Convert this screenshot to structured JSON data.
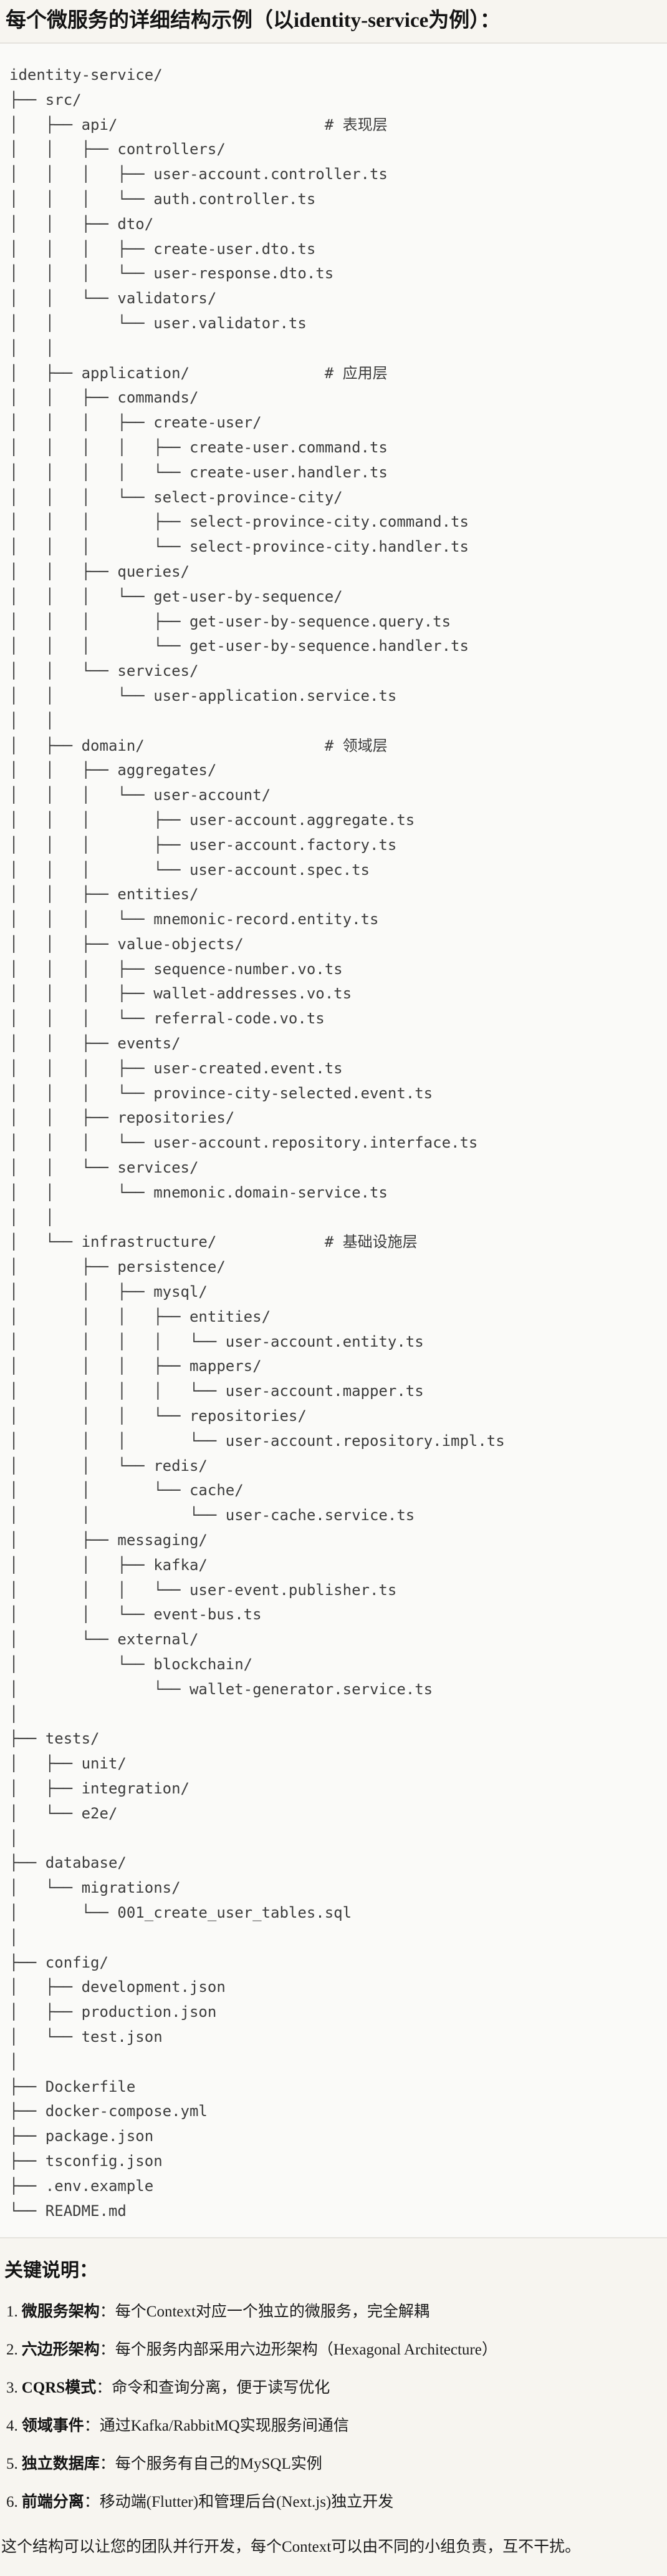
{
  "title": "每个微服务的详细结构示例（以identity-service为例）：",
  "tree_lines": [
    "identity-service/",
    "├── src/",
    "│   ├── api/                       # 表现层",
    "│   │   ├── controllers/",
    "│   │   │   ├── user-account.controller.ts",
    "│   │   │   └── auth.controller.ts",
    "│   │   ├── dto/",
    "│   │   │   ├── create-user.dto.ts",
    "│   │   │   └── user-response.dto.ts",
    "│   │   └── validators/",
    "│   │       └── user.validator.ts",
    "│   │",
    "│   ├── application/               # 应用层",
    "│   │   ├── commands/",
    "│   │   │   ├── create-user/",
    "│   │   │   │   ├── create-user.command.ts",
    "│   │   │   │   └── create-user.handler.ts",
    "│   │   │   └── select-province-city/",
    "│   │   │       ├── select-province-city.command.ts",
    "│   │   │       └── select-province-city.handler.ts",
    "│   │   ├── queries/",
    "│   │   │   └── get-user-by-sequence/",
    "│   │   │       ├── get-user-by-sequence.query.ts",
    "│   │   │       └── get-user-by-sequence.handler.ts",
    "│   │   └── services/",
    "│   │       └── user-application.service.ts",
    "│   │",
    "│   ├── domain/                    # 领域层",
    "│   │   ├── aggregates/",
    "│   │   │   └── user-account/",
    "│   │   │       ├── user-account.aggregate.ts",
    "│   │   │       ├── user-account.factory.ts",
    "│   │   │       └── user-account.spec.ts",
    "│   │   ├── entities/",
    "│   │   │   └── mnemonic-record.entity.ts",
    "│   │   ├── value-objects/",
    "│   │   │   ├── sequence-number.vo.ts",
    "│   │   │   ├── wallet-addresses.vo.ts",
    "│   │   │   └── referral-code.vo.ts",
    "│   │   ├── events/",
    "│   │   │   ├── user-created.event.ts",
    "│   │   │   └── province-city-selected.event.ts",
    "│   │   ├── repositories/",
    "│   │   │   └── user-account.repository.interface.ts",
    "│   │   └── services/",
    "│   │       └── mnemonic.domain-service.ts",
    "│   │",
    "│   └── infrastructure/            # 基础设施层",
    "│       ├── persistence/",
    "│       │   ├── mysql/",
    "│       │   │   ├── entities/",
    "│       │   │   │   └── user-account.entity.ts",
    "│       │   │   ├── mappers/",
    "│       │   │   │   └── user-account.mapper.ts",
    "│       │   │   └── repositories/",
    "│       │   │       └── user-account.repository.impl.ts",
    "│       │   └── redis/",
    "│       │       └── cache/",
    "│       │           └── user-cache.service.ts",
    "│       ├── messaging/",
    "│       │   ├── kafka/",
    "│       │   │   └── user-event.publisher.ts",
    "│       │   └── event-bus.ts",
    "│       └── external/",
    "│           └── blockchain/",
    "│               └── wallet-generator.service.ts",
    "│",
    "├── tests/",
    "│   ├── unit/",
    "│   ├── integration/",
    "│   └── e2e/",
    "│",
    "├── database/",
    "│   └── migrations/",
    "│       └── 001_create_user_tables.sql",
    "│",
    "├── config/",
    "│   ├── development.json",
    "│   ├── production.json",
    "│   └── test.json",
    "│",
    "├── Dockerfile",
    "├── docker-compose.yml",
    "├── package.json",
    "├── tsconfig.json",
    "├── .env.example",
    "└── README.md"
  ],
  "notes": {
    "heading": "关键说明：",
    "items": [
      {
        "num": "1.",
        "term": "微服务架构",
        "text": "：每个Context对应一个独立的微服务，完全解耦"
      },
      {
        "num": "2.",
        "term": "六边形架构",
        "text": "：每个服务内部采用六边形架构（Hexagonal Architecture）"
      },
      {
        "num": "3.",
        "term": "CQRS模式",
        "text": "：命令和查询分离，便于读写优化"
      },
      {
        "num": "4.",
        "term": "领域事件",
        "text": "：通过Kafka/RabbitMQ实现服务间通信"
      },
      {
        "num": "5.",
        "term": "独立数据库",
        "text": "：每个服务有自己的MySQL实例"
      },
      {
        "num": "6.",
        "term": "前端分离",
        "text": "：移动端(Flutter)和管理后台(Next.js)独立开发"
      }
    ],
    "footer": "这个结构可以让您的团队并行开发，每个Context可以由不同的小组负责，互不干扰。"
  }
}
